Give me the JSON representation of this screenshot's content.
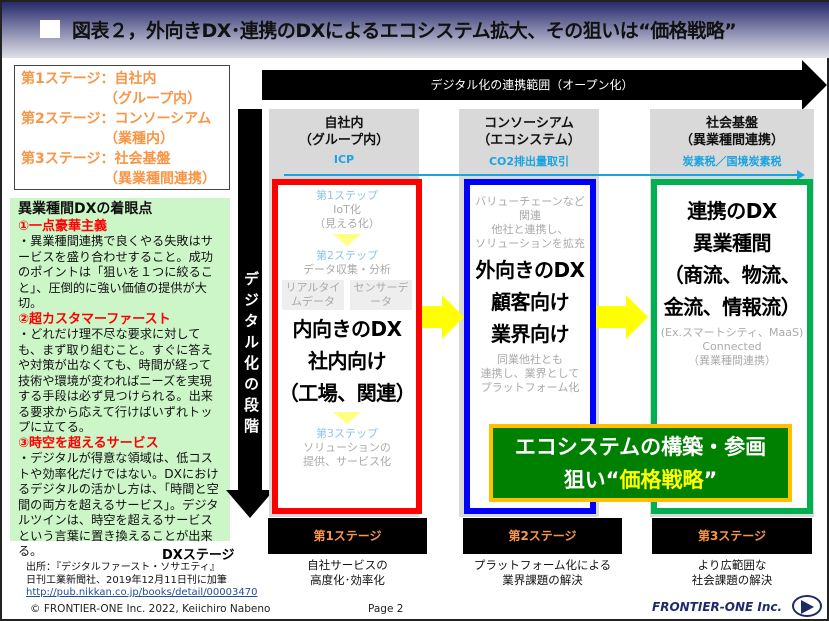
{
  "header": {
    "title": "図表２，外向きDX･連携のDXによるエコシステム拡大、その狙いは“価格戦略”"
  },
  "legend": [
    "第1ステージ：自社内",
    "（グループ内）",
    "第2ステージ：コンソーシアム",
    "（業種内）",
    "第3ステージ：社会基盤",
    "（異業種間連携）"
  ],
  "points": {
    "title": "異業種間DXの着眼点",
    "items": [
      {
        "head": "①一点豪華主義",
        "body": "・異業種間連携で良くやる失敗はサービスを盛り合わせすること。成功のポイントは「狙いを１つに絞ること」、圧倒的に強い価値の提供が大切。"
      },
      {
        "head": "②超カスタマーファースト",
        "body": "・どれだけ理不尽な要求に対しても、まず取り組むこと。すぐに答えや対策が出なくても、時間が経って技術や環境が変わればニーズを実現する手段は必ず見つけられる。出来る要求から応えて行けばいずれトップに立てる。"
      },
      {
        "head": "③時空を超えるサービス",
        "body": "・デジタルが得意な領域は、低コストや効率化だけではない。DXにおけるデジタルの活かし方は、「時間と空間の両方を超えるサービス」。デジタルツインは、時空を超えるサービスという言葉に置き換えることが出来る。"
      }
    ]
  },
  "top_arrow": "デジタル化の連携範囲（オープン化）",
  "side_arrow": "デジタル化の段階",
  "columns": [
    {
      "title": "自社内",
      "sub": "（グループ内）",
      "tag": "ICP",
      "faint": {
        "s1": "第1ステップ",
        "s1a": "IoT化",
        "s1b": "（見える化）",
        "s2": "第2ステップ",
        "s2a": "データ収集・分析",
        "box1": "リアルタイムデータ",
        "box2": "センサーデータ",
        "s3": "第3ステップ",
        "s3a": "ソリューションの",
        "s3b": "提供、サービス化"
      },
      "big": [
        "内向きのDX",
        "社内向け",
        "（工場、関連）"
      ],
      "stage": "第1ステージ",
      "caption": [
        "自社サービスの",
        "高度化･効率化"
      ]
    },
    {
      "title": "コンソーシアム",
      "sub": "（エコシステム）",
      "tag": "CO2排出量取引",
      "faint": {
        "a": "バリューチェーンなど関連",
        "b": "他社と連携し、",
        "c": "ソリューションを拡充",
        "d": "同業他社とも",
        "e": "連携し、業界として",
        "f": "プラットフォーム化"
      },
      "big": [
        "外向きのDX",
        "顧客向け",
        "業界向け"
      ],
      "stage": "第2ステージ",
      "caption": [
        "プラットフォーム化による",
        "業界課題の解決"
      ]
    },
    {
      "title": "社会基盤",
      "sub": "（異業種間連携）",
      "tag": "炭素税／国境炭素税",
      "faint": {
        "a": "(Ex.スマートシティ、MaaS)",
        "b": "Connected",
        "c": "（異業種間連携）"
      },
      "big": [
        "連携のDX",
        "異業種間",
        "（商流、物流、",
        "金流、情報流）"
      ],
      "stage": "第3ステージ",
      "caption": [
        "より広範囲な",
        "社会課題の解決"
      ]
    }
  ],
  "eco": {
    "line1": "エコシステムの構築・参画",
    "line2a": "狙い“",
    "line2b": "価格戦略",
    "line2c": "”"
  },
  "dx_stage": "DXステージ",
  "source": {
    "l1": "出所：『デジタルファースト・ソサエティ』",
    "l2": "日刊工業新聞社、2019年12月11日刊に加筆",
    "url": "http://pub.nikkan.co.jp/books/detail/00003470"
  },
  "footer": {
    "copyright": "© FRONTIER-ONE Inc. 2022,  Keiichiro  Nabeno",
    "page": "Page 2",
    "logo": "FRONTIER-ONE Inc."
  },
  "colors": {
    "red": "#ff0000",
    "blue": "#0000ff",
    "green": "#00b050",
    "orange": "#f79646",
    "yellow": "#ffff00"
  }
}
